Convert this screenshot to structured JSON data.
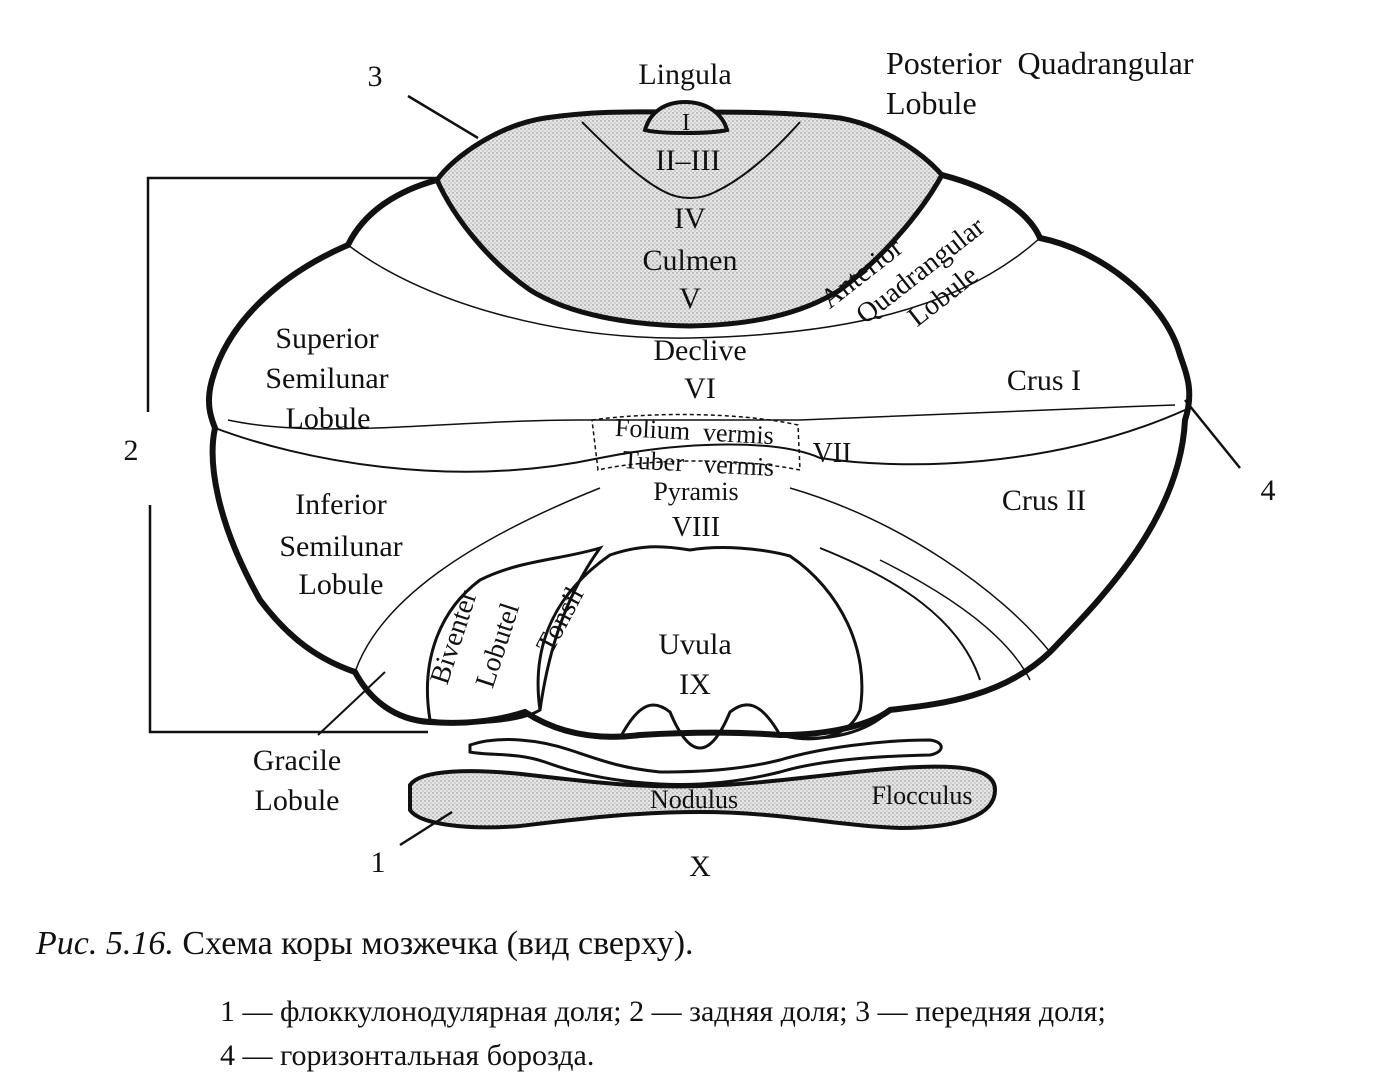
{
  "figure": {
    "labels": {
      "lingula": "Lingula",
      "roman_i": "I",
      "roman_ii_iii": "II–III",
      "roman_iv": "IV",
      "culmen": "Culmen",
      "roman_v": "V",
      "posterior_quadrangular_1": "Posterior  Quadrangular",
      "posterior_quadrangular_2": "Lobule",
      "anterior_quadrangular_1": "Anterior",
      "anterior_quadrangular_2": "Quadrangular",
      "anterior_quadrangular_3": "Lobule",
      "superior_semilunar_1": "Superior",
      "superior_semilunar_2": "Semilunar",
      "superior_semilunar_3": "Lobule",
      "declive": "Declive",
      "roman_vi": "VI",
      "crus_i": "Crus I",
      "folium_vermis": "Folium  vermis",
      "tuber_vermis": "Tuber   vermis",
      "roman_vii": "VII",
      "pyramis": "Pyramis",
      "roman_viii": "VIII",
      "inferior_semilunar_1": "Inferior",
      "inferior_semilunar_2": "Semilunar",
      "inferior_semilunar_3": "Lobule",
      "crus_ii": "Crus II",
      "biventer": "Biventer",
      "lobutel": "Lobutel",
      "tonsil": "Tonsil",
      "uvula": "Uvula",
      "roman_ix": "IX",
      "gracile_1": "Gracile",
      "gracile_2": "Lobule",
      "nodulus": "Nodulus",
      "flocculus": "Flocculus",
      "roman_x": "X"
    },
    "markers": {
      "m1": "1",
      "m2": "2",
      "m3": "3",
      "m4": "4"
    },
    "colors": {
      "outline": "#111111",
      "shaded": "#dcdcdc",
      "background": "#ffffff"
    }
  },
  "caption": {
    "number": "Рис. 5.16.",
    "title": "Схема коры мозжечка (вид сверху).",
    "legend_line_1": "1 — флоккулонодулярная доля; 2 — задняя доля; 3 — передняя доля;",
    "legend_line_2": "4 — горизонтальная борозда."
  }
}
